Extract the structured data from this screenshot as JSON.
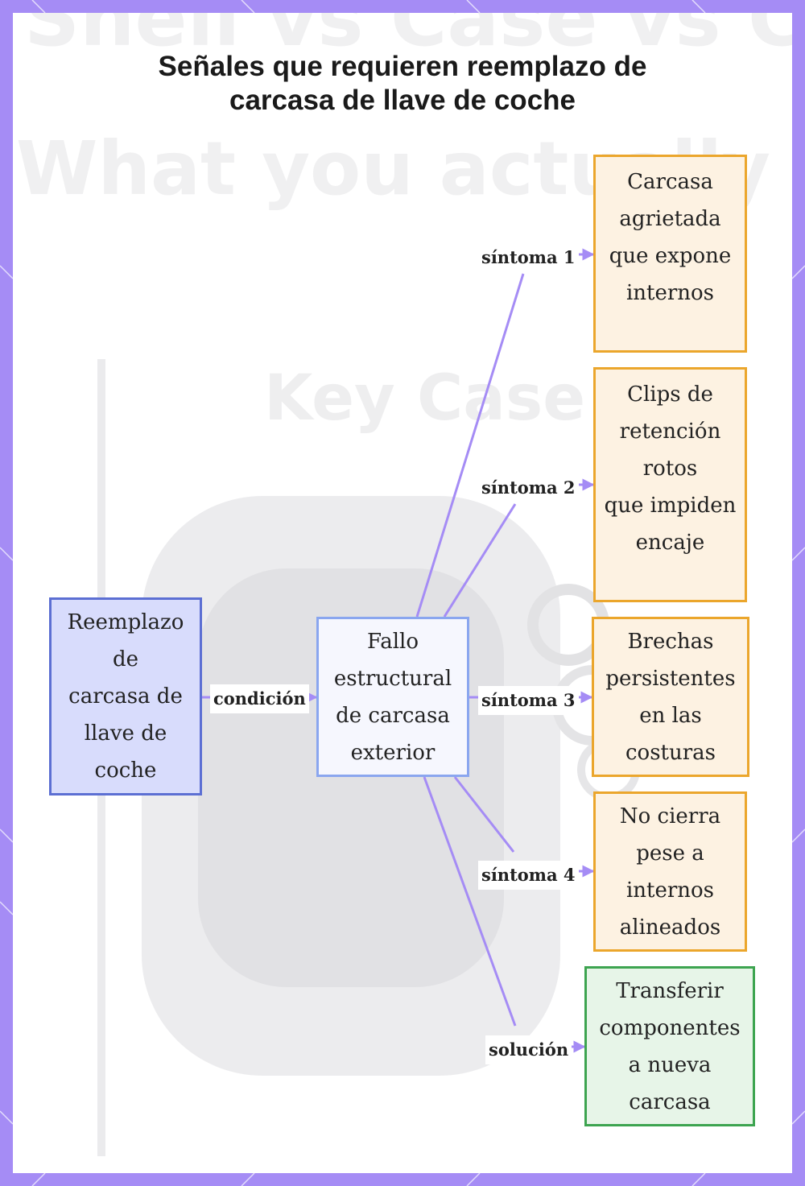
{
  "title_lines": [
    "Señales que requieren reemplazo de",
    "carcasa de llave de coche"
  ],
  "watermark": {
    "line1": "Shell vs Case vs C",
    "line2": "What you actually need",
    "label": "Key Case"
  },
  "colors": {
    "frame": "#a58cf5",
    "edge": "#a58cf5",
    "root_fill": "#d8dcfc",
    "root_border": "#5c6fd3",
    "symptom_fill": "#fdf2e2",
    "symptom_border": "#eba62c",
    "solution_fill": "#e7f5e8",
    "solution_border": "#3da450"
  },
  "nodes": {
    "root": "Reemplazo\nde\ncarcasa de\nllave de\ncoche",
    "failure": "Fallo\nestructural\nde carcasa\nexterior",
    "symptom1": "Carcasa\nagrietada\nque expone\ninternos",
    "symptom2": "Clips de\nretención\nrotos\nque impiden\nencaje",
    "symptom3": "Brechas\npersistentes\nen las\ncosturas",
    "symptom4": "No cierra\npese a\ninternos\nalineados",
    "solution": "Transferir\ncomponentes\na nueva\ncarcasa"
  },
  "edge_labels": {
    "condition": "condición",
    "symptom1": "síntoma 1",
    "symptom2": "síntoma 2",
    "symptom3": "síntoma 3",
    "symptom4": "síntoma 4",
    "solution": "solución"
  }
}
